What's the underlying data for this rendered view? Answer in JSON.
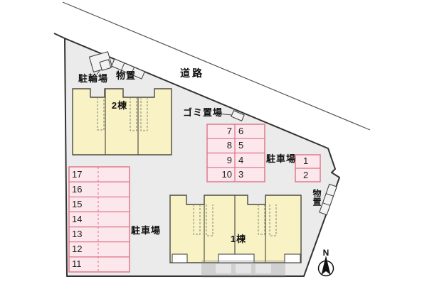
{
  "site": {
    "road_label": "道路",
    "bicycle_parking_label": "駐輪場",
    "storage_top_label": "物置",
    "storage_right_label": "物置",
    "garbage_label": "ゴミ置場",
    "compass_north": "N"
  },
  "buildings": {
    "building1_label": "1棟",
    "building2_label": "2棟"
  },
  "parking": {
    "left_lot_label": "駐車場",
    "left_lot_spaces": [
      "17",
      "16",
      "15",
      "14",
      "13",
      "12",
      "11"
    ],
    "mid_lot_label": "駐車場",
    "mid_lot_left_col": [
      "7",
      "8",
      "9",
      "10"
    ],
    "mid_lot_right_col": [
      "6",
      "5",
      "4",
      "3"
    ],
    "right_lot_spaces": [
      "1",
      "2"
    ]
  },
  "colors": {
    "site_fill": "#ebebeb",
    "building_fill": "#f8f2c4",
    "parking_fill": "#fce7ec",
    "parking_border": "#dd7386",
    "outline": "#333333"
  }
}
